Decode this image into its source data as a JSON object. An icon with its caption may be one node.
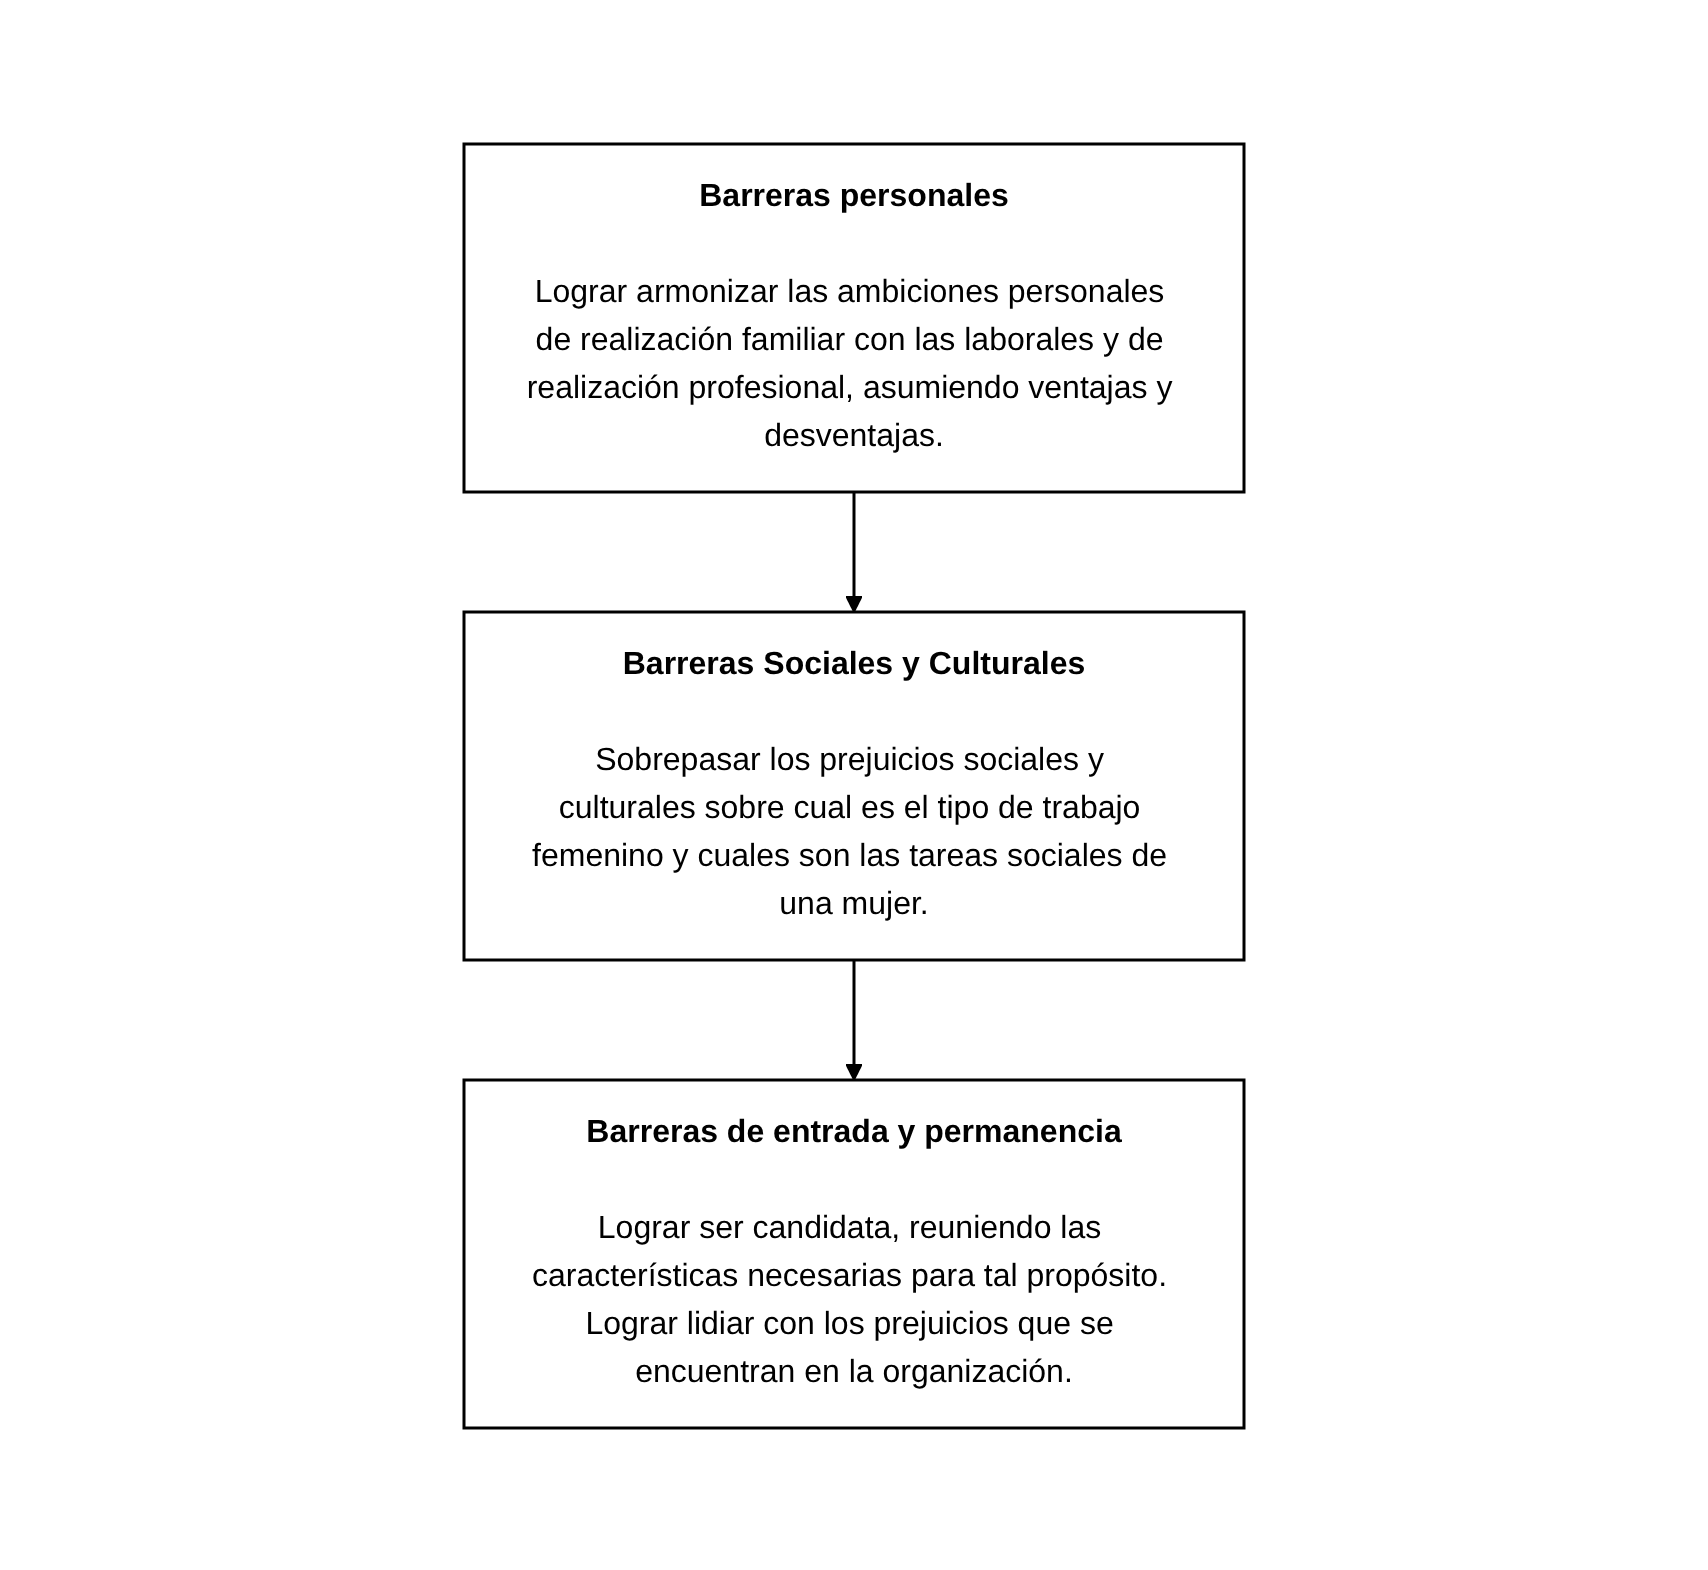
{
  "diagram": {
    "nodes": [
      {
        "text": [
          "Barreras personales",
          "Lograr armonizar las ambiciones personales de realización familiar con las laborales y de realización profesional, asumiendo ventajas y desventajas."
        ]
      },
      {
        "text": [
          "Barreras Sociales y Culturales",
          "Sobrepasar los prejuicios sociales y culturales sobre cual es el tipo de trabajo femenino y cuales son las tareas sociales de una mujer."
        ]
      },
      {
        "text": [
          "Barreras de entrada y permanencia",
          "Lograr ser candidata, reuniendo las características necesarias para tal propósito. Lograr lidiar con los prejuicios que se encuentran en la organización."
        ]
      }
    ],
    "edges": [
      {
        "from": 0,
        "to": 1,
        "arrow": "to"
      },
      {
        "from": 1,
        "to": 2,
        "arrow": "to"
      }
    ]
  }
}
